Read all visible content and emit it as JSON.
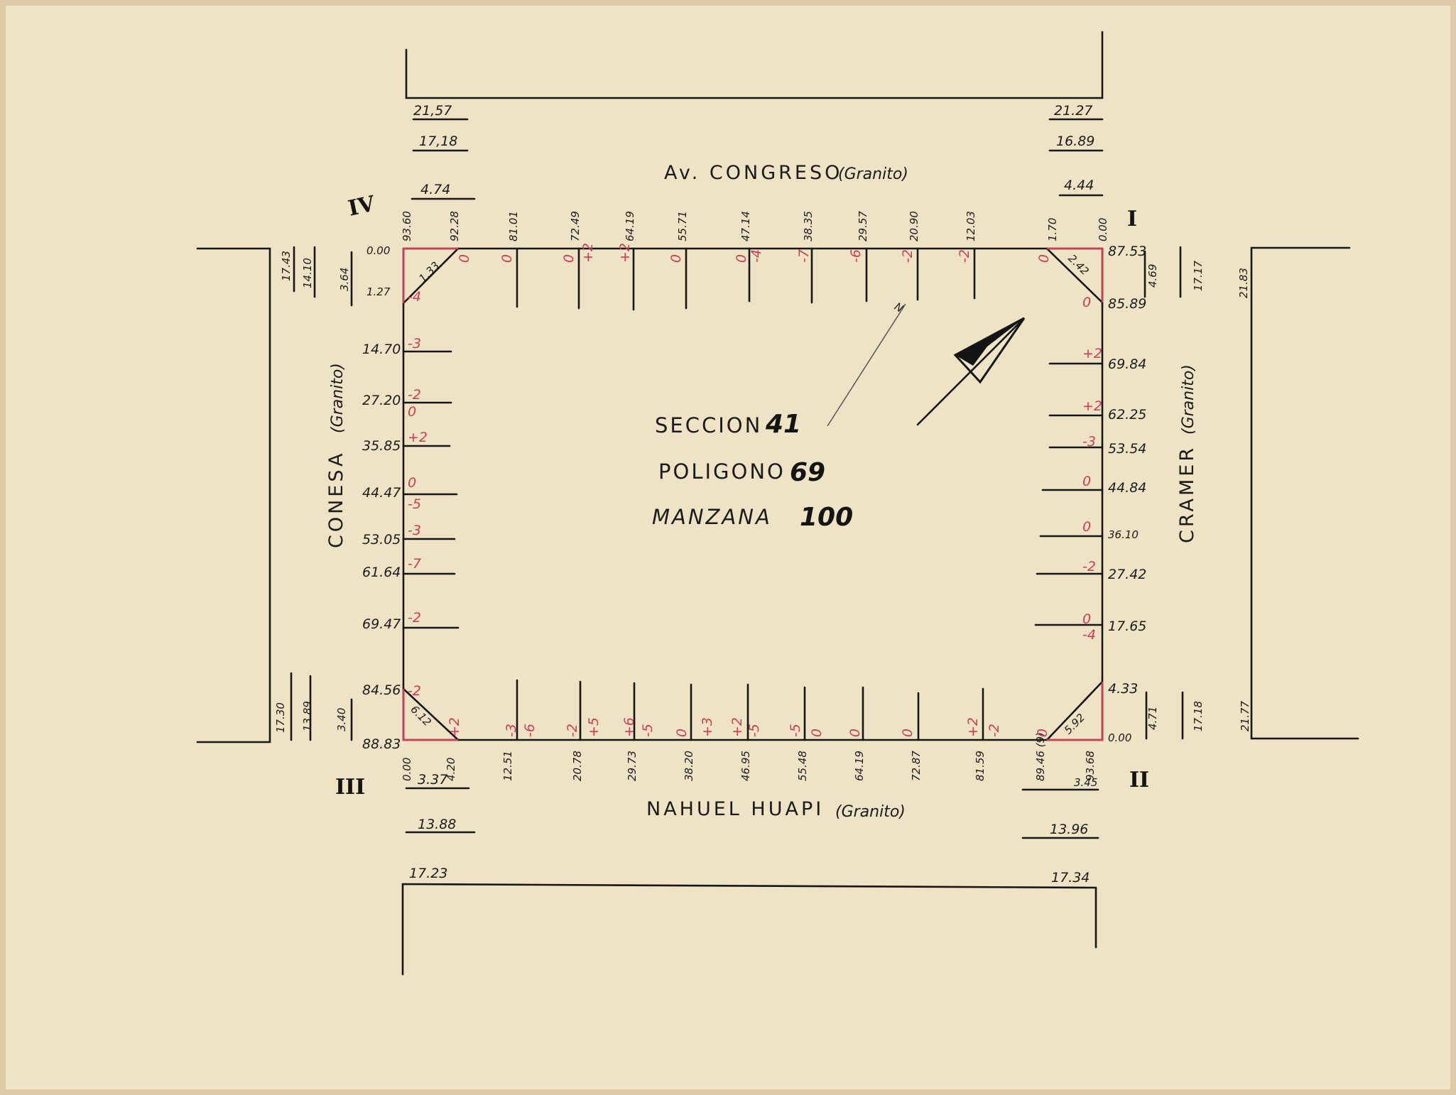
{
  "block": {
    "seccion": {
      "label": "SECCION",
      "value": "41"
    },
    "poligono": {
      "label": "POLIGONO",
      "value": "69"
    },
    "manzana": {
      "label": "MANZANA",
      "value": "100"
    }
  },
  "streets": {
    "north": {
      "name": "Av. CONGRESO",
      "pavement": "(Granito)"
    },
    "south": {
      "name": "NAHUEL HUAPI",
      "pavement": "(Granito)"
    },
    "west": {
      "name": "CONESA",
      "pavement": "(Granito)"
    },
    "east": {
      "name": "CRAMER",
      "pavement": "(Granito)"
    }
  },
  "corners": {
    "ne": "I",
    "se": "II",
    "sw": "III",
    "nw": "IV"
  },
  "north_arrow": {
    "letter": "N"
  },
  "colors": {
    "paper": "#efe3c6",
    "ink": "#161616",
    "level_marks": "#d23b57"
  },
  "top_side": {
    "distances": [
      "93.60",
      "92.28",
      "81.01",
      "72.49",
      "64.19",
      "55.71",
      "47.14",
      "38.35",
      "29.57",
      "20.90",
      "12.03",
      "1.70",
      "0.00"
    ],
    "levels": [
      "0",
      "0",
      "0",
      "+2",
      "+2",
      "0",
      "0",
      "-4",
      "-7",
      "-6",
      "-2",
      "-2",
      "0"
    ],
    "corner_left_chamfer": "1.33",
    "corner_right_chamfer": "2.42",
    "street_widths_left": [
      "21,57",
      "17,18",
      "4.74"
    ],
    "street_widths_right": [
      "21.27",
      "16.89",
      "4.44"
    ]
  },
  "bottom_side": {
    "distances": [
      "0.00",
      "4.20",
      "12.51",
      "20.78",
      "29.73",
      "38.20",
      "46.95",
      "55.48",
      "64.19",
      "72.87",
      "81.59",
      "89.46 (9)",
      "93.68"
    ],
    "levels": [
      "+2",
      "-3",
      "-6",
      "-2",
      "+5",
      "+6",
      "-5",
      "0",
      "+3",
      "+2",
      "-5",
      "-5",
      "0",
      "0",
      "0",
      "+2",
      "-2",
      "0"
    ],
    "corner_left_chamfer": "6.12",
    "corner_right_chamfer": "5.92",
    "street_widths_left": [
      "3.37",
      "13.88",
      "17.23"
    ],
    "street_widths_right": [
      "3.45",
      "13.96",
      "17.34"
    ]
  },
  "left_side": {
    "distances": [
      "0.00",
      "1.27",
      "14.70",
      "27.20",
      "35.85",
      "44.47",
      "53.05",
      "61.64",
      "69.47",
      "84.56",
      "88.83"
    ],
    "levels": [
      "-4",
      "-3",
      "-2",
      "0",
      "+2",
      "0",
      "-5",
      "-3",
      "-7",
      "-2",
      "-2"
    ],
    "street_widths_top": [
      "17.43",
      "14.10",
      "3.64"
    ],
    "street_widths_bottom": [
      "17.30",
      "13.89",
      "3.40"
    ]
  },
  "right_side": {
    "distances": [
      "87.53",
      "85.89",
      "69.84",
      "62.25",
      "53.54",
      "44.84",
      "36.10",
      "27.42",
      "17.65",
      "4.33",
      "0.00"
    ],
    "levels": [
      "0",
      "+2",
      "+2",
      "-3",
      "0",
      "0",
      "-2",
      "0",
      "-4"
    ],
    "street_widths_top": [
      "4.69",
      "17.17",
      "21.83"
    ],
    "street_widths_bottom": [
      "4.71",
      "17.18",
      "21.77"
    ]
  }
}
